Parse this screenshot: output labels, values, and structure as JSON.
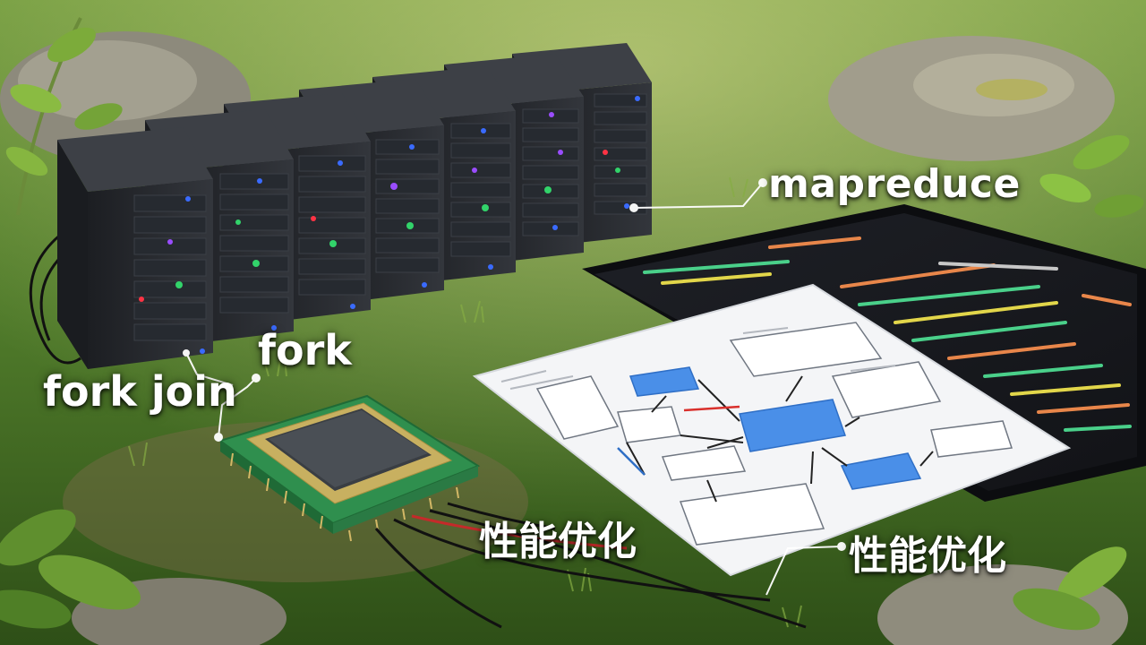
{
  "labels": {
    "mapreduce": "mapreduce",
    "fork": "fork",
    "fork_join": "fork join",
    "perf_opt_1": "性能优化",
    "perf_opt_2": "性能优化"
  },
  "colors": {
    "grass": "#4f7a2a",
    "server_body": "#2a2d33",
    "led_blue": "#3a6bff",
    "led_green": "#32d36a",
    "led_purple": "#9a4dff",
    "chip_board": "#2f8f4e",
    "diagram_blue": "#4a8fe8",
    "label_text": "#ffffff"
  }
}
